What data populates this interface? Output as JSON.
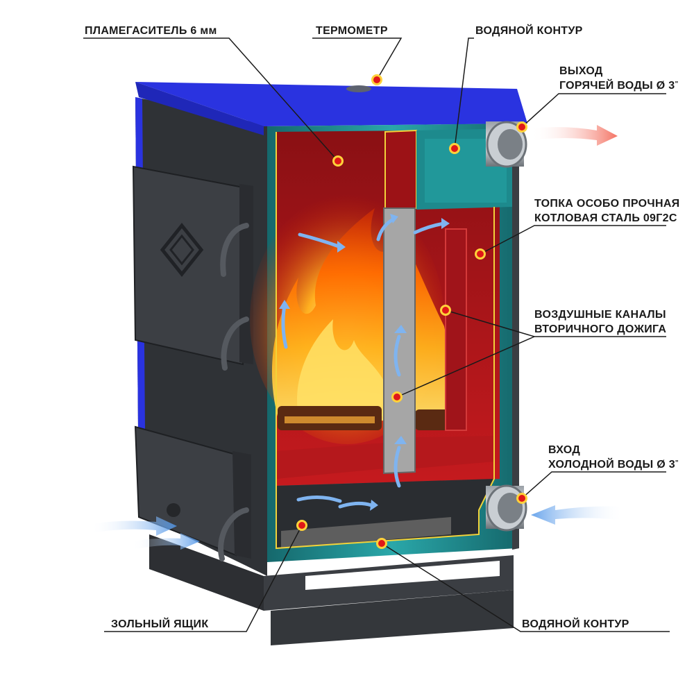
{
  "labels": {
    "flame_damper": "ПЛАМЕГАСИТЕЛЬ 6 мм",
    "thermometer": "ТЕРМОМЕТР",
    "water_circuit_top": "ВОДЯНОЙ КОНТУР",
    "hot_outlet_line1": "ВЫХОД",
    "hot_outlet_line2": "ГОРЯЧЕЙ ВОДЫ Ø 3",
    "hot_outlet_unit": "\"",
    "firebox_line1": "ТОПКА  ОСОБО ПРОЧНАЯ",
    "firebox_line2": "КОТЛОВАЯ СТАЛЬ 09Г2С",
    "air_channels_line1": "ВОЗДУШНЫЕ КАНАЛЫ",
    "air_channels_line2": "ВТОРИЧНОГО ДОЖИГА",
    "cold_inlet_line1": "ВХОД",
    "cold_inlet_line2": "ХОЛОДНОЙ ВОДЫ Ø 3",
    "cold_inlet_unit": "\"",
    "ash_box": "ЗОЛЬНЫЙ ЯЩИК",
    "water_circuit_bottom": "ВОДЯНОЙ КОНТУР"
  },
  "colors": {
    "top_lid": "#2a33e0",
    "body_dark": "#3a3d42",
    "firebox_red": "#b3161a",
    "water_teal": "#1f8f92",
    "marker": "#e01818",
    "hot_arrow": "#f07060",
    "cold_arrow": "#6aa7ea",
    "flame": "#ff9a1a"
  }
}
